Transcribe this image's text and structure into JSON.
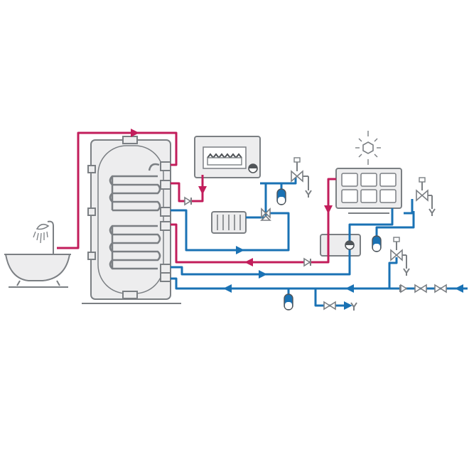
{
  "colors": {
    "hot_line": "#c21d5b",
    "cold_line": "#1a72b4",
    "equipment_outline": "#7b7f83",
    "equipment_fill": "#ededee"
  },
  "components": [
    {
      "id": "storage-tank",
      "icon": "tank-icon"
    },
    {
      "id": "upper-heating-coil",
      "icon": "coil-icon"
    },
    {
      "id": "lower-heating-coil",
      "icon": "coil-icon"
    },
    {
      "id": "bathtub-with-shower",
      "icon": "bathtub-icon"
    },
    {
      "id": "boiler",
      "icon": "boiler-icon"
    },
    {
      "id": "radiator",
      "icon": "radiator-icon"
    },
    {
      "id": "solar-panel",
      "icon": "solar-panel-icon"
    },
    {
      "id": "sun",
      "icon": "sun-icon"
    },
    {
      "id": "solar-pump-station",
      "icon": "pump-station-icon"
    },
    {
      "id": "expansion-vessels",
      "icon": "expansion-vessel-icon"
    },
    {
      "id": "safety-valves",
      "icon": "safety-valve-icon"
    },
    {
      "id": "cold-water-inlet",
      "icon": "arrow-icon"
    }
  ]
}
